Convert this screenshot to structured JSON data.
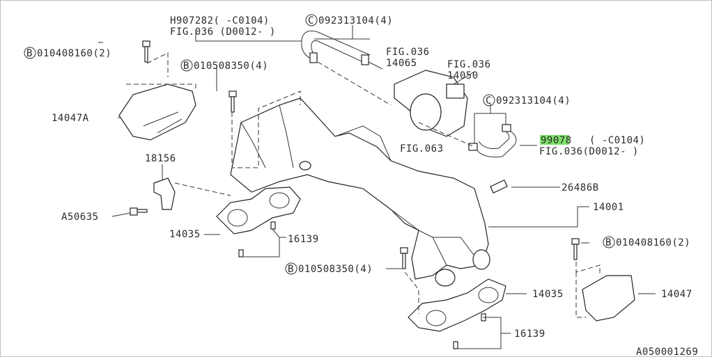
{
  "diagram_id": "A050001269",
  "highlight_color": "#7ee06a",
  "labels": {
    "h907282": "H907282( -C0104)",
    "fig036_d0012_top": "FIG.036 (D0012- )",
    "clamp_top": "092313104(4)",
    "clamp_right": "092313104(4)",
    "bolt_b_topleft": "010408160(2)",
    "bolt_b_mid": "010508350(4)",
    "fig036_a": "FIG.036",
    "p14065": "14065",
    "fig036_b": "FIG.036",
    "p14050": "14050",
    "p99078": "99078",
    "p99078_range": "( -C0104)",
    "fig036_d0012_right": "FIG.036(D0012- )",
    "fig063": "FIG.063",
    "p14047A": "14047A",
    "p18156": "18156",
    "a50635": "A50635",
    "p14035_left": "14035",
    "p16139_left": "16139",
    "p26486B": "26486B",
    "p14001": "14001",
    "bolt_b_right": "010408160(2)",
    "bolt_b_bottom": "010508350(4)",
    "p14035_right": "14035",
    "p14047": "14047",
    "p16139_bottom": "16139",
    "circ_b": "B",
    "circ_c": "C"
  }
}
